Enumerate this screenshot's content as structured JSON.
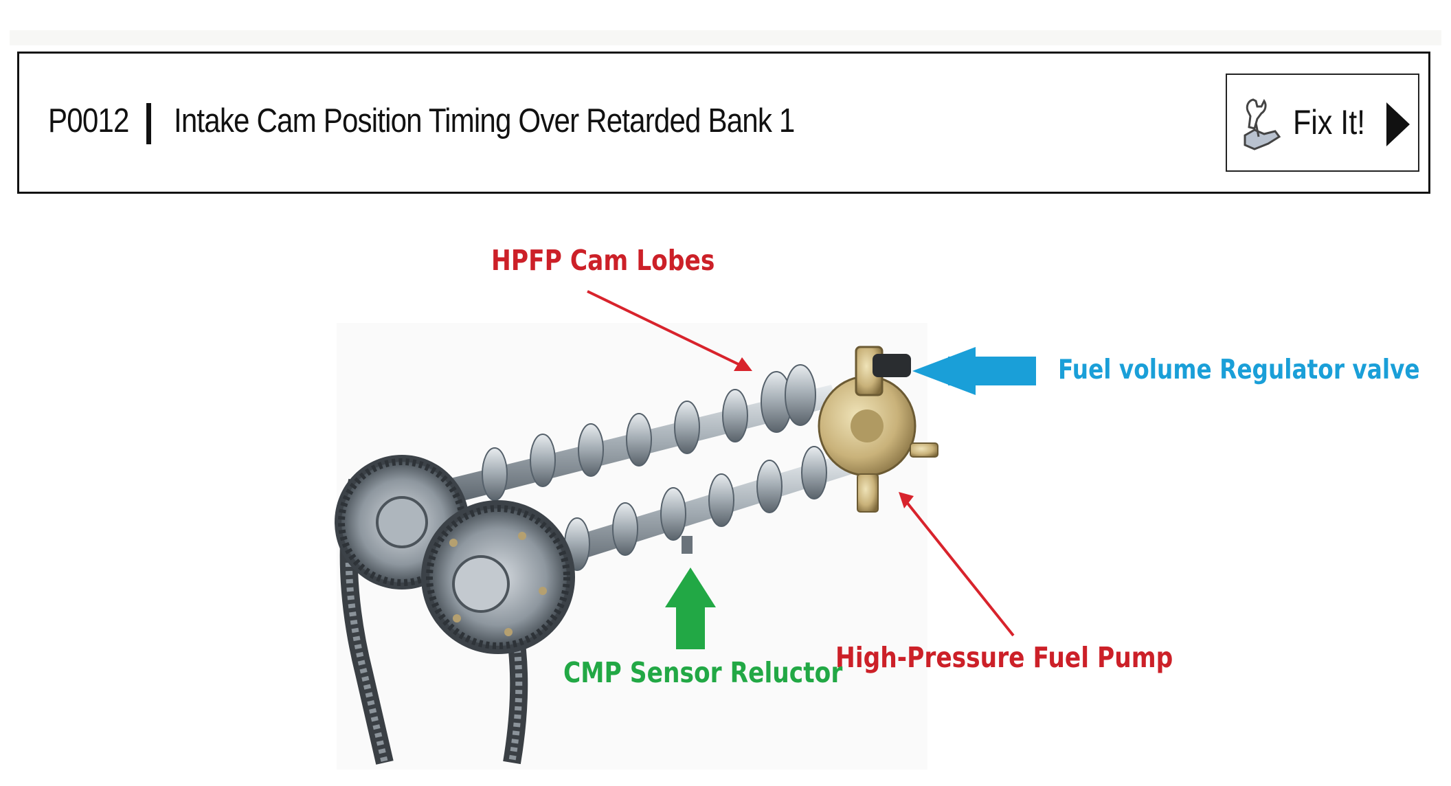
{
  "header": {
    "code": "P0012",
    "title": "Intake Cam Position Timing Over Retarded Bank 1",
    "fix_button": {
      "label": "Fix It!",
      "icon": "wrench-hand-icon",
      "arrow_icon": "play-arrow-icon"
    }
  },
  "diagram": {
    "labels": {
      "hpfp_cam_lobes": "HPFP Cam Lobes",
      "fuel_volume_regulator": "Fuel volume Regulator valve",
      "high_pressure_fuel_pump": "High-Pressure Fuel Pump",
      "cmp_sensor_reluctor": "CMP Sensor Reluctor"
    },
    "colors": {
      "red_labels": "#cc2028",
      "blue_label": "#1a9fd8",
      "green_label": "#22a845",
      "shaft_metal": "#9aa3aa",
      "pump_brass": "#c9b27a"
    }
  }
}
